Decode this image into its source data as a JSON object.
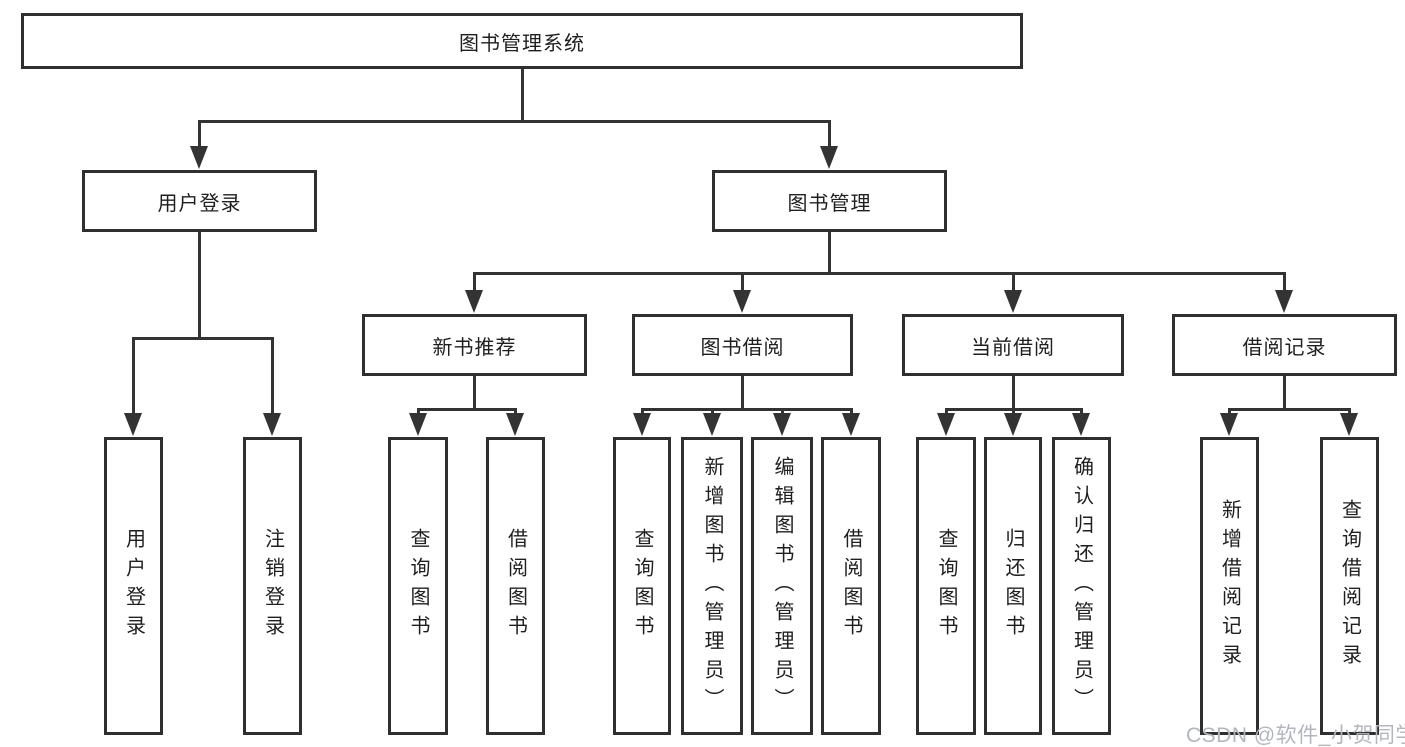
{
  "diagram": {
    "nodes": {
      "root": "图书管理系统",
      "user_login": "用户登录",
      "book_mgmt": "图书管理",
      "new_book": "新书推荐",
      "book_borrow": "图书借阅",
      "current_borrow": "当前借阅",
      "borrow_record": "借阅记录",
      "ul_login": "用户登录",
      "ul_logout": "注销登录",
      "nb_query": "查询图书",
      "nb_borrow": "借阅图书",
      "bb_query": "查询图书",
      "bb_add": "新增图书（管理员）",
      "bb_edit": "编辑图书（管理员）",
      "bb_borrow": "借阅图书",
      "cb_query": "查询图书",
      "cb_return": "归还图书",
      "cb_confirm": "确认归还（管理员）",
      "br_add": "新增借阅记录",
      "br_query": "查询借阅记录"
    },
    "watermark": "CSDN @软件_小贺同学",
    "colors": {
      "line": "#333333",
      "box_border": "#2f2f2f",
      "box_background": "#ffffff",
      "text": "#1f1f1f",
      "watermark": "#b3b7bd",
      "background": "#ffffff"
    }
  }
}
